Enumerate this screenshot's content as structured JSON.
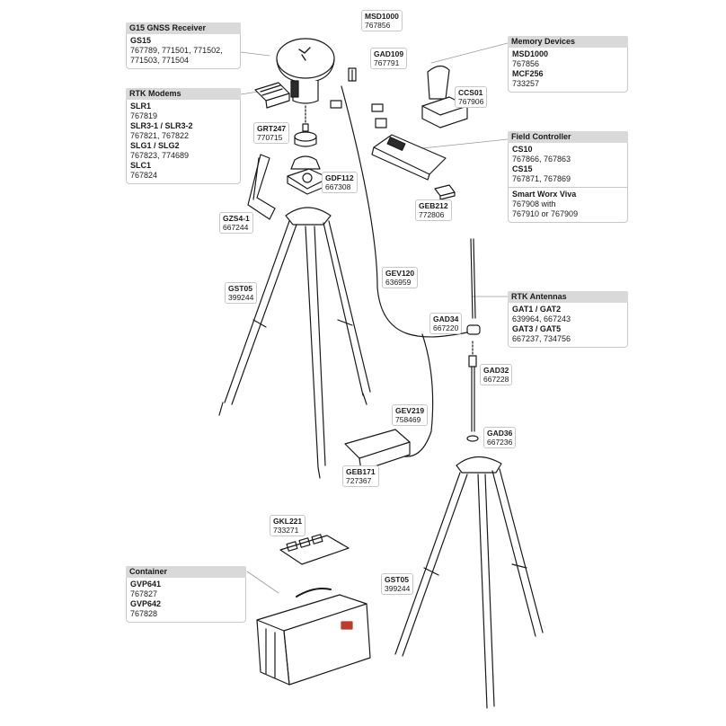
{
  "panels": {
    "receiver": {
      "title": "G15 GNSS Receiver",
      "lines": [
        {
          "text": "GS15",
          "bold": true
        },
        {
          "text": "767789, 771501, 771502,",
          "bold": false
        },
        {
          "text": "771503, 771504",
          "bold": false
        }
      ]
    },
    "modems": {
      "title": "RTK Modems",
      "lines": [
        {
          "text": "SLR1",
          "bold": true
        },
        {
          "text": "767819",
          "bold": false
        },
        {
          "text": "SLR3-1 / SLR3-2",
          "bold": true
        },
        {
          "text": "767821, 767822",
          "bold": false
        },
        {
          "text": "SLG1 / SLG2",
          "bold": true
        },
        {
          "text": "767823, 774689",
          "bold": false
        },
        {
          "text": "SLC1",
          "bold": true
        },
        {
          "text": "767824",
          "bold": false
        }
      ]
    },
    "memory": {
      "title": "Memory Devices",
      "lines": [
        {
          "text": "MSD1000",
          "bold": true
        },
        {
          "text": "767856",
          "bold": false
        },
        {
          "text": "MCF256",
          "bold": true
        },
        {
          "text": "733257",
          "bold": false
        }
      ]
    },
    "controller": {
      "title": "Field Controller",
      "lines": [
        {
          "text": "CS10",
          "bold": true
        },
        {
          "text": "767866, 767863",
          "bold": false
        },
        {
          "text": "CS15",
          "bold": true
        },
        {
          "text": "767871, 767869",
          "bold": false
        }
      ],
      "lines2": [
        {
          "text": "Smart Worx Viva",
          "bold": true
        },
        {
          "text": "767908 with",
          "bold": false
        },
        {
          "text": "767910 or 767909",
          "bold": false
        }
      ]
    },
    "antennas": {
      "title": "RTK Antennas",
      "lines": [
        {
          "text": "GAT1 / GAT2",
          "bold": true
        },
        {
          "text": "639964, 667243",
          "bold": false
        },
        {
          "text": "GAT3 / GAT5",
          "bold": true
        },
        {
          "text": "667237, 734756",
          "bold": false
        }
      ]
    },
    "container": {
      "title": "Container",
      "lines": [
        {
          "text": "GVP641",
          "bold": true
        },
        {
          "text": "767827",
          "bold": false
        },
        {
          "text": "GVP642",
          "bold": true
        },
        {
          "text": "767828",
          "bold": false
        }
      ]
    }
  },
  "callouts": {
    "msd1000": {
      "code": "MSD1000",
      "num": "767856"
    },
    "gad109": {
      "code": "GAD109",
      "num": "767791"
    },
    "ccs01": {
      "code": "CCS01",
      "num": "767906"
    },
    "grt247": {
      "code": "GRT247",
      "num": "770715"
    },
    "gdf112": {
      "code": "GDF112",
      "num": "667308"
    },
    "gzs41": {
      "code": "GZS4-1",
      "num": "667244"
    },
    "geb212": {
      "code": "GEB212",
      "num": "772806"
    },
    "gst05a": {
      "code": "GST05",
      "num": "399244"
    },
    "gev120": {
      "code": "GEV120",
      "num": "636959"
    },
    "gad34": {
      "code": "GAD34",
      "num": "667220"
    },
    "gad32": {
      "code": "GAD32",
      "num": "667228"
    },
    "gev219": {
      "code": "GEV219",
      "num": "758469"
    },
    "gad36": {
      "code": "GAD36",
      "num": "667236"
    },
    "geb171": {
      "code": "GEB171",
      "num": "727367"
    },
    "gkl221": {
      "code": "GKL221",
      "num": "733271"
    },
    "gst05b": {
      "code": "GST05",
      "num": "399244"
    }
  },
  "colors": {
    "panel_header": "#d9d9d9",
    "panel_border": "#c8c8c8",
    "line": "#1a1a1a",
    "case_label": "#c0392b"
  }
}
